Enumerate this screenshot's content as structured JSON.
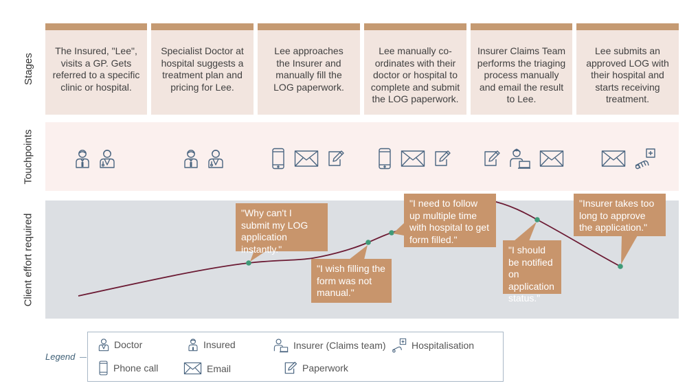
{
  "row_labels": {
    "stages": "Stages",
    "touchpoints": "Touchpoints",
    "effort": "Client effort required"
  },
  "stages": [
    {
      "text": "The Insured, \"Lee\", visits a GP. Gets referred to a specific clinic or hospital."
    },
    {
      "text": "Specialist Doctor at hospital suggests a treatment plan and pricing for Lee."
    },
    {
      "text": "Lee approaches the Insurer and manually fill the LOG paperwork."
    },
    {
      "text": "Lee manually co-ordinates with their doctor or hospital to complete and submit the LOG paperwork."
    },
    {
      "text": "Insurer Claims Team performs the triaging process manually and email the result to Lee."
    },
    {
      "text": "Lee submits an approved LOG with their hospital and starts receiving treatment."
    }
  ],
  "touchpoints": [
    [
      "insured-icon",
      "doctor-icon"
    ],
    [
      "insured-icon",
      "doctor-icon"
    ],
    [
      "phone-icon",
      "email-icon",
      "paperwork-icon"
    ],
    [
      "phone-icon",
      "email-icon",
      "paperwork-icon"
    ],
    [
      "paperwork-icon",
      "insurer-icon",
      "email-icon"
    ],
    [
      "email-icon",
      "hospitalisation-icon"
    ]
  ],
  "callouts": [
    {
      "text": "\"Why can't I submit my LOG application instantly.\""
    },
    {
      "text": "\"I wish filling the form was not manual.\""
    },
    {
      "text": "\"I need to follow up multiple time with hospital to get form filled.\""
    },
    {
      "text": "\"I should be notified on application status.\""
    },
    {
      "text": "\"Insurer takes too long to approve the application.\""
    }
  ],
  "colors": {
    "stage_fill": "#f2e5df",
    "stage_bar": "#c59a72",
    "touch_band": "#fbf0ee",
    "effort_band": "#dcdfe3",
    "curve": "#6b1a33",
    "point": "#3f9a78",
    "callout": "#c8956c",
    "icon": "#4a6580"
  },
  "legend": {
    "title": "Legend",
    "items": [
      {
        "label": "Doctor",
        "icon": "doctor-icon"
      },
      {
        "label": "Insured",
        "icon": "insured-icon"
      },
      {
        "label": "Insurer (Claims team)",
        "icon": "insurer-icon"
      },
      {
        "label": "Hospitalisation",
        "icon": "hospitalisation-icon"
      },
      {
        "label": "Phone call",
        "icon": "phone-icon"
      },
      {
        "label": "Email",
        "icon": "email-icon"
      },
      {
        "label": "Paperwork",
        "icon": "paperwork-icon"
      }
    ]
  }
}
